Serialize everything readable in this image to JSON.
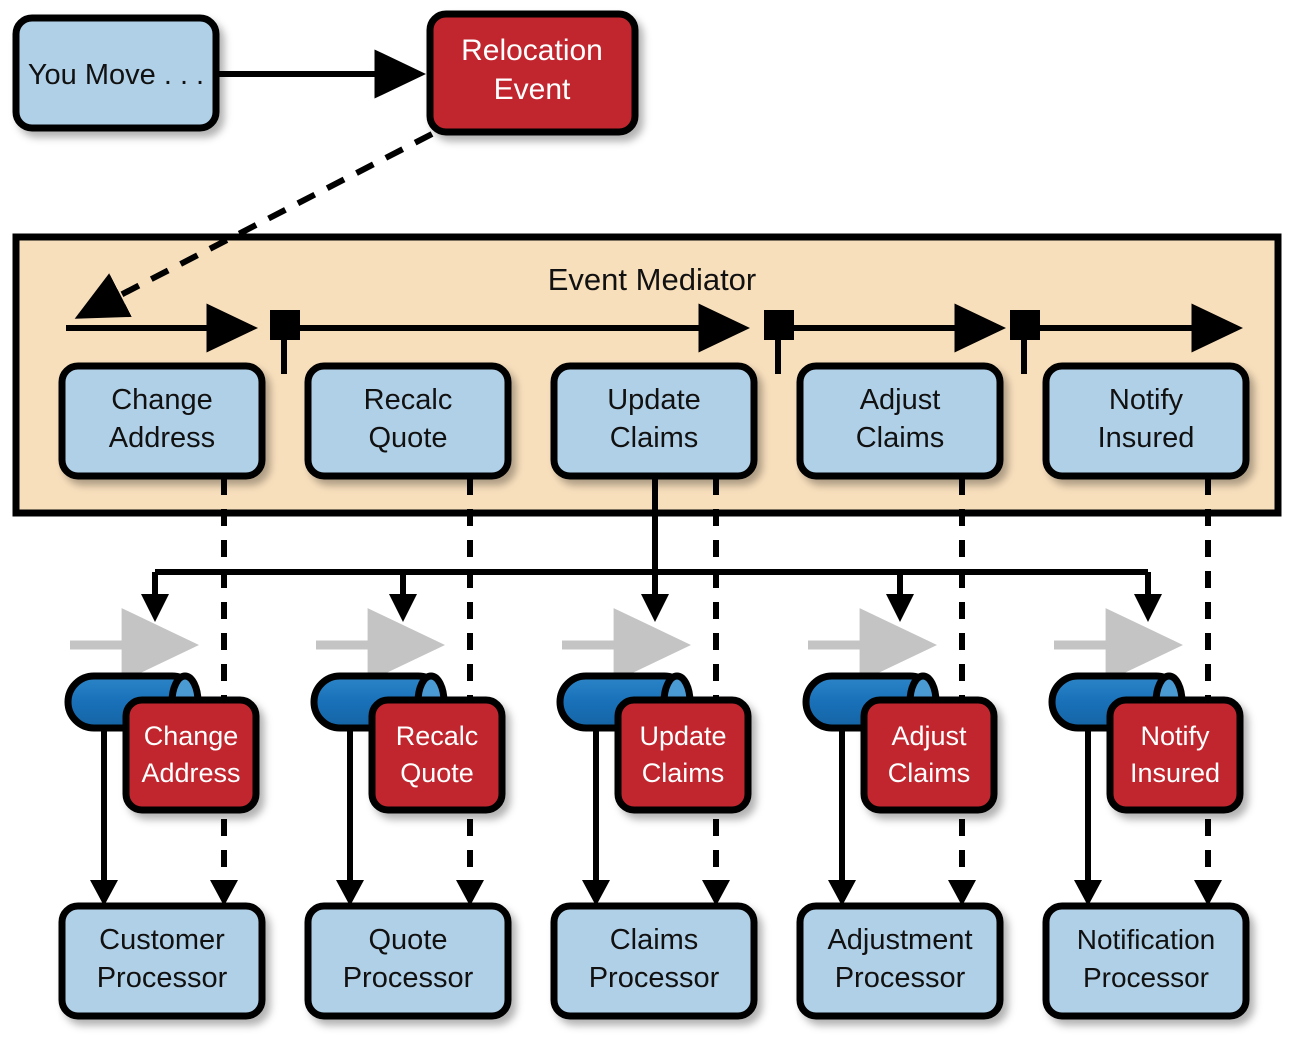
{
  "diagram": {
    "title_visible": "Event Mediator",
    "source_box": {
      "label_line1": "You Move . . ."
    },
    "event_box": {
      "label_line1": "Relocation",
      "label_line2": "Event"
    },
    "mediator": {
      "label": "Event Mediator",
      "steps": [
        {
          "line1": "Change",
          "line2": "Address"
        },
        {
          "line1": "Recalc",
          "line2": "Quote"
        },
        {
          "line1": "Update",
          "line2": "Claims"
        },
        {
          "line1": "Adjust",
          "line2": "Claims"
        },
        {
          "line1": "Notify",
          "line2": "Insured"
        }
      ]
    },
    "channels": [
      {
        "event_line1": "Change",
        "event_line2": "Address"
      },
      {
        "event_line1": "Recalc",
        "event_line2": "Quote"
      },
      {
        "event_line1": "Update",
        "event_line2": "Claims"
      },
      {
        "event_line1": "Adjust",
        "event_line2": "Claims"
      },
      {
        "event_line1": "Notify",
        "event_line2": "Insured"
      }
    ],
    "processors": [
      {
        "line1": "Customer",
        "line2": "Processor"
      },
      {
        "line1": "Quote",
        "line2": "Processor"
      },
      {
        "line1": "Claims",
        "line2": "Processor"
      },
      {
        "line1": "Adjustment",
        "line2": "Processor"
      },
      {
        "line1": "Notification",
        "line2": "Processor"
      }
    ],
    "colors": {
      "light_blue": "#b0d0e8",
      "red": "#c1272d",
      "peach": "#f8dfbc",
      "queue_blue": "#1a72ba",
      "queue_blue_light": "#4a9ad4",
      "gray_arrow": "#c4c4c4",
      "stroke": "#000000",
      "white_text": "#ffffff"
    }
  }
}
